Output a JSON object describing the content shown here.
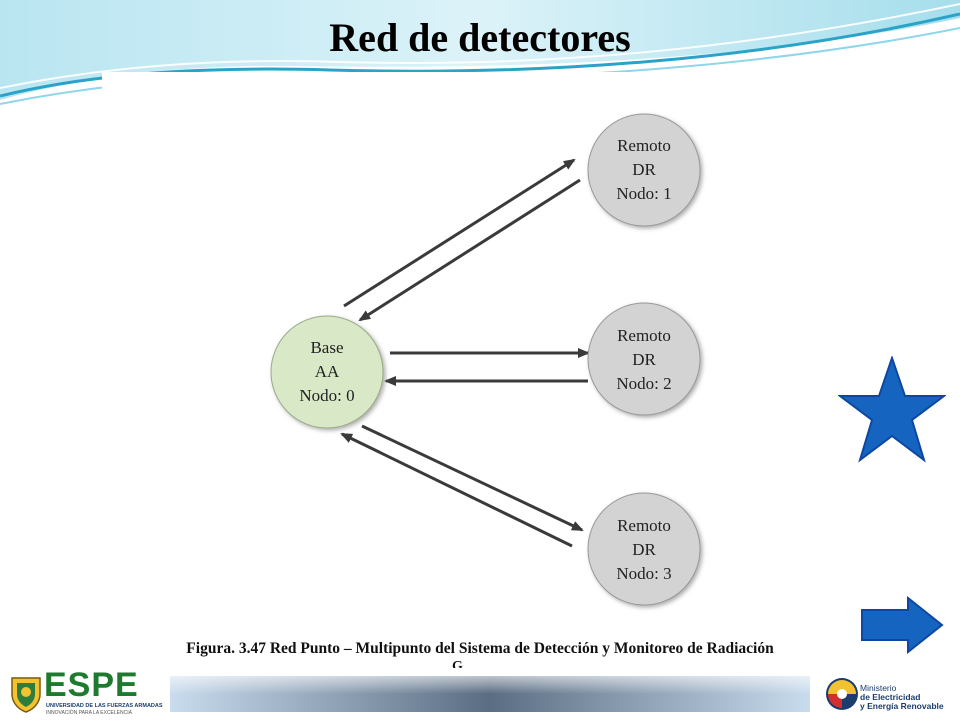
{
  "slide": {
    "title": "Red de detectores",
    "caption": "Figura. 3.47 Red Punto – Multipunto del Sistema de Detección y Monitoreo de Radiación",
    "caption_tail": "G"
  },
  "diagram": {
    "base_node": {
      "line1": "Base",
      "line2": "AA",
      "line3": "Nodo: 0",
      "fill": "#d9e8c6"
    },
    "remote_nodes": [
      {
        "line1": "Remoto",
        "line2": "DR",
        "line3": "Nodo: 1"
      },
      {
        "line1": "Remoto",
        "line2": "DR",
        "line3": "Nodo: 2"
      },
      {
        "line1": "Remoto",
        "line2": "DR",
        "line3": "Nodo: 3"
      }
    ],
    "remote_fill": "#d3d3d3",
    "arrow_color": "#3a3a3a",
    "links": [
      {
        "from": "Nodo: 0",
        "to": "Nodo: 1"
      },
      {
        "from": "Nodo: 1",
        "to": "Nodo: 0"
      },
      {
        "from": "Nodo: 0",
        "to": "Nodo: 2"
      },
      {
        "from": "Nodo: 2",
        "to": "Nodo: 0"
      },
      {
        "from": "Nodo: 0",
        "to": "Nodo: 3"
      },
      {
        "from": "Nodo: 3",
        "to": "Nodo: 0"
      }
    ]
  },
  "footer": {
    "espe_name": "ESPE",
    "espe_tagline": "UNIVERSIDAD DE LAS FUERZAS ARMADAS",
    "espe_subtagline": "INNOVACIÓN PARA LA EXCELENCIA",
    "ministry_line1": "Ministerio",
    "ministry_line2": "de Electricidad",
    "ministry_line3": "y Energía Renovable"
  },
  "colors": {
    "accent_blue": "#1565c0",
    "espe_green": "#1e7a2e",
    "header_teal": "#5ec3dc"
  },
  "icons": {
    "star": "star-icon",
    "next": "arrow-right-icon"
  }
}
